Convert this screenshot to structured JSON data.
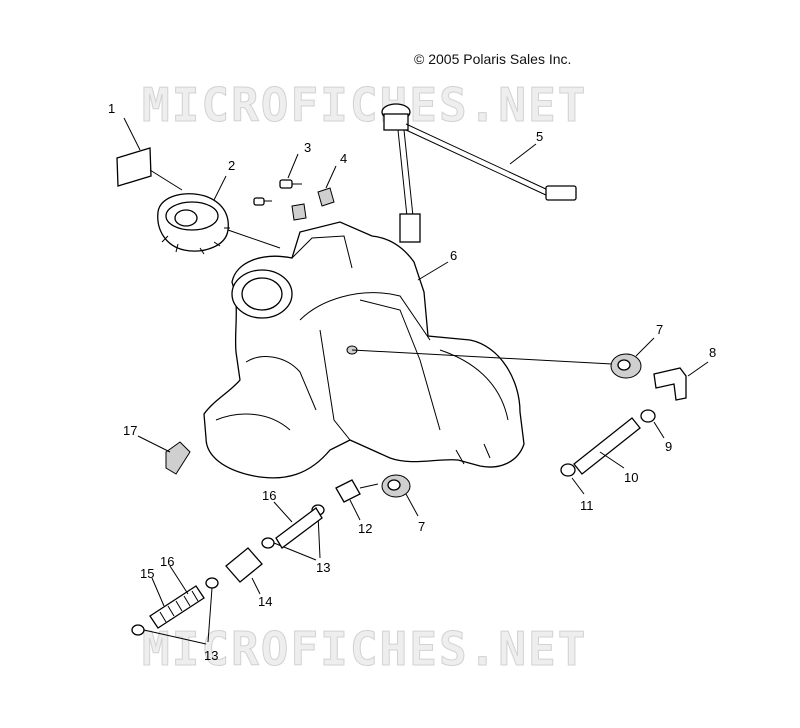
{
  "copyright": "© 2005 Polaris Sales Inc.",
  "watermark": "MICROFICHES.NET",
  "callouts": {
    "c1": "1",
    "c2": "2",
    "c3": "3",
    "c4": "4",
    "c5": "5",
    "c6": "6",
    "c7a": "7",
    "c7b": "7",
    "c8": "8",
    "c9": "9",
    "c10": "10",
    "c11": "11",
    "c12": "12",
    "c13a": "13",
    "c13b": "13",
    "c14": "14",
    "c15": "15",
    "c16a": "16",
    "c16b": "16",
    "c17": "17"
  }
}
